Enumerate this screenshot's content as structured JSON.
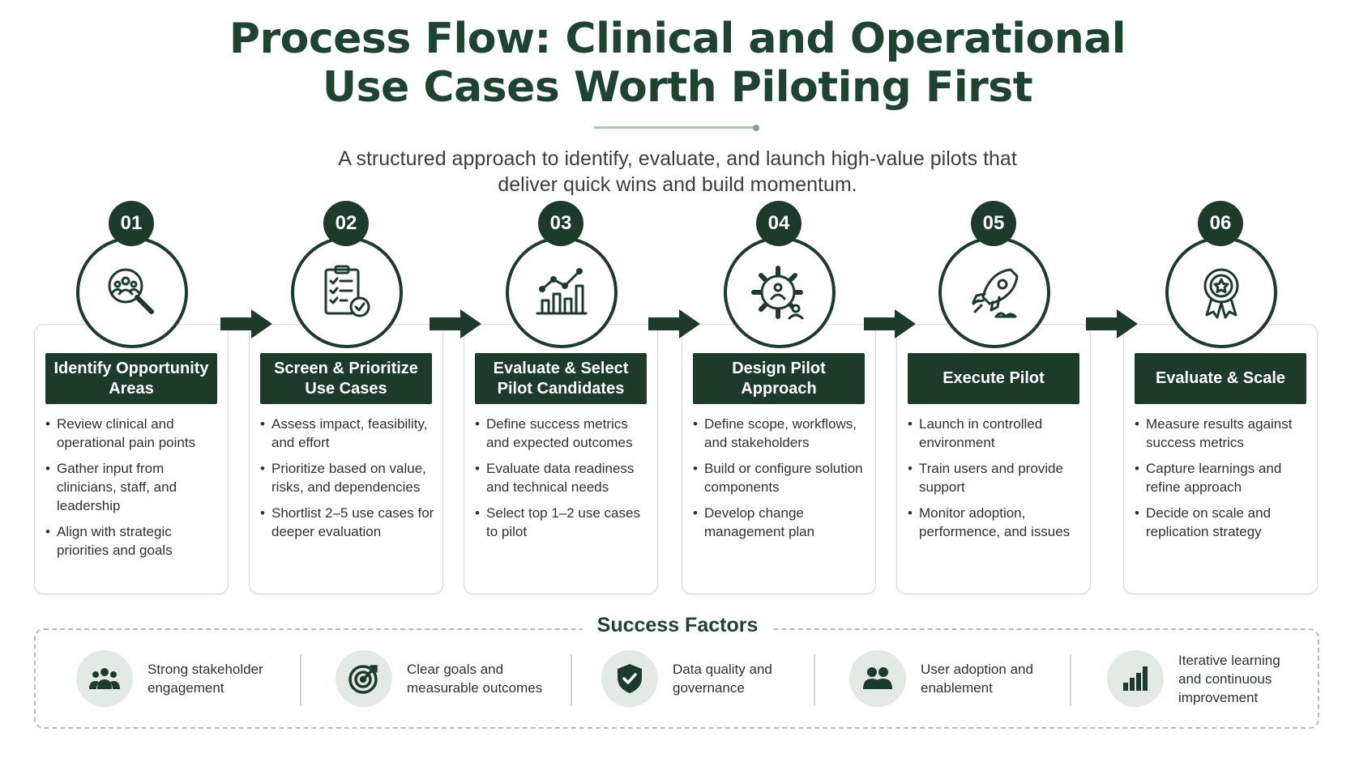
{
  "title": {
    "line1": "Process Flow: Clinical and Operational",
    "line2": "Use Cases Worth Piloting First"
  },
  "subtitle": {
    "line1": "A structured approach to identify, evaluate, and launch high-value pilots that",
    "line2": "deliver quick wins and build momentum."
  },
  "colors": {
    "primary": "#1d3b2b",
    "accent_light": "#e3eae5",
    "title": "#1d4430"
  },
  "steps": [
    {
      "number": "01",
      "icon": "search-people-icon",
      "title": "Identify Opportunity Areas",
      "bullets": [
        "Review clinical and operational pain points",
        "Gather input from clinicians, staff, and leadership",
        "Align with strategic priorities and goals"
      ]
    },
    {
      "number": "02",
      "icon": "checklist-icon",
      "title": "Screen & Prioritize Use Cases",
      "bullets": [
        "Assess impact, feasibility, and effort",
        "Prioritize based on value, risks, and dependencies",
        "Shortlist 2–5 use cases for deeper evaluation"
      ]
    },
    {
      "number": "03",
      "icon": "chart-icon",
      "title": "Evaluate & Select Pilot Candidates",
      "bullets": [
        "Define success metrics and expected outcomes",
        "Evaluate data readiness and technical needs",
        "Select top 1–2 use cases to pilot"
      ]
    },
    {
      "number": "04",
      "icon": "gear-team-icon",
      "title": "Design Pilot Approach",
      "bullets": [
        "Define scope, workflows, and stakeholders",
        "Build or configure solution components",
        "Develop change management plan"
      ]
    },
    {
      "number": "05",
      "icon": "rocket-icon",
      "title": "Execute Pilot",
      "bullets": [
        "Launch in controlled environment",
        "Train users and provide support",
        "Monitor adoption, performence, and issues"
      ]
    },
    {
      "number": "06",
      "icon": "award-icon",
      "title": "Evaluate & Scale",
      "bullets": [
        "Measure results against success metrics",
        "Capture learnings and refine approach",
        "Decide on scale and replication strategy"
      ]
    }
  ],
  "success_factors": {
    "title": "Success Factors",
    "items": [
      {
        "icon": "people-icon",
        "text": "Strong stakeholder engagement"
      },
      {
        "icon": "target-icon",
        "text": "Clear goals and measurable outcomes"
      },
      {
        "icon": "shield-check-icon",
        "text": "Data quality and governance"
      },
      {
        "icon": "users-icon",
        "text": "User adoption and enablement"
      },
      {
        "icon": "bar-chart-icon",
        "text": "Iterative learning and continuous improvement"
      }
    ]
  }
}
